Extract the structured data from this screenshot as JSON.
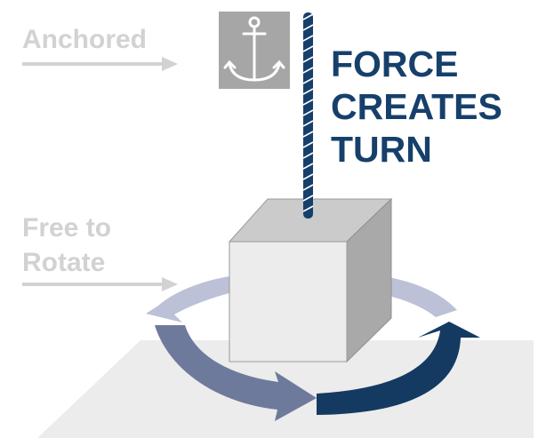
{
  "labels": {
    "anchored": "Anchored",
    "free_line1": "Free to",
    "free_line2": "Rotate",
    "headline_line1": "FORCE",
    "headline_line2": "CREATES",
    "headline_line3": "TURN"
  },
  "icons": {
    "anchor": "anchor-icon",
    "rope": "rope",
    "block": "cube",
    "rotation": "circular-arrows"
  },
  "colors": {
    "label_gray": "#d2d2d2",
    "headline_navy": "#16406b",
    "anchor_box": "#a6a6a6",
    "floor": "#ececec",
    "cube_front": "#ececec",
    "cube_top": "#cbcbcb",
    "cube_side": "#a9a9a9",
    "arrow_light": "#bcc1d7",
    "arrow_mid": "#6e7a9c",
    "arrow_dark": "#143a62"
  }
}
